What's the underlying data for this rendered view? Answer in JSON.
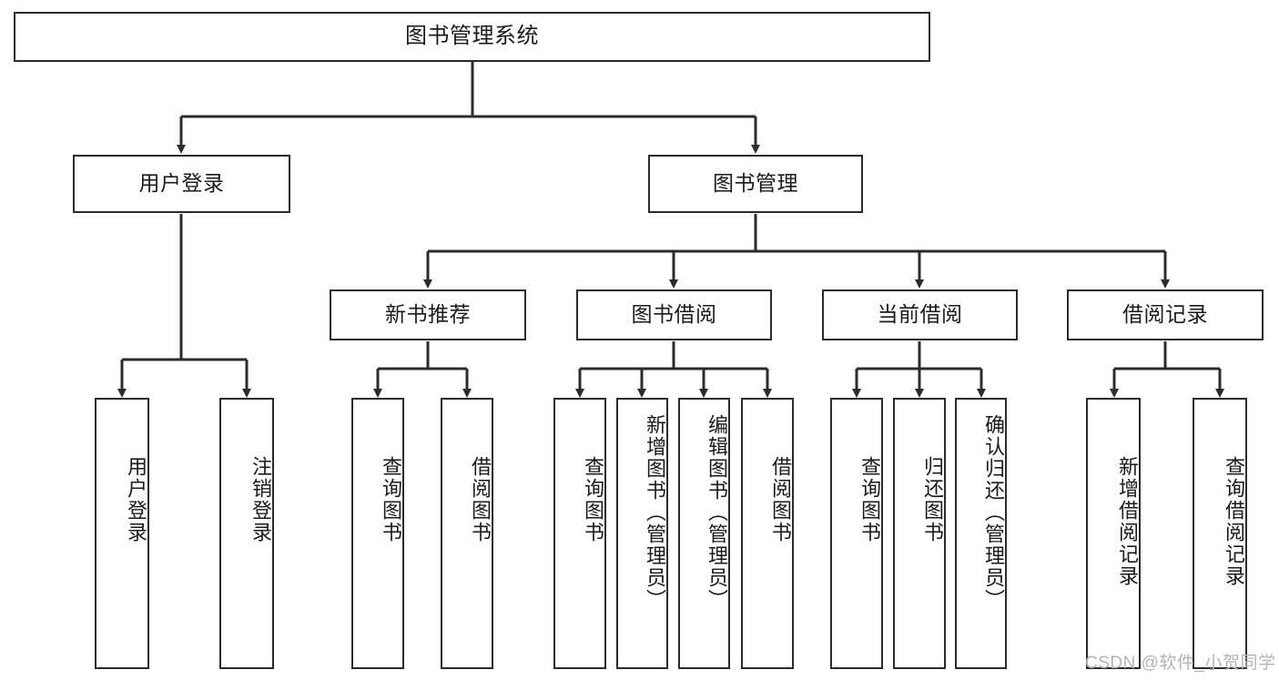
{
  "diagram": {
    "title": "图书管理系统",
    "type": "hierarchy-tree",
    "root": {
      "label": "图书管理系统"
    },
    "level2": [
      {
        "label": "用户登录"
      },
      {
        "label": "图书管理"
      }
    ],
    "level3": [
      {
        "label": "新书推荐",
        "parent": "图书管理"
      },
      {
        "label": "图书借阅",
        "parent": "图书管理"
      },
      {
        "label": "当前借阅",
        "parent": "图书管理"
      },
      {
        "label": "借阅记录",
        "parent": "图书管理"
      }
    ],
    "leaves": [
      {
        "label": "用户登录",
        "parent": "用户登录"
      },
      {
        "label": "注销登录",
        "parent": "用户登录"
      },
      {
        "label": "查询图书",
        "parent": "新书推荐"
      },
      {
        "label": "借阅图书",
        "parent": "新书推荐"
      },
      {
        "label": "查询图书",
        "parent": "图书借阅"
      },
      {
        "label": "新增图书（管理员）",
        "parent": "图书借阅"
      },
      {
        "label": "编辑图书（管理员）",
        "parent": "图书借阅"
      },
      {
        "label": "借阅图书",
        "parent": "图书借阅"
      },
      {
        "label": "查询图书",
        "parent": "当前借阅"
      },
      {
        "label": "归还图书",
        "parent": "当前借阅"
      },
      {
        "label": "确认归还（管理员）",
        "parent": "当前借阅"
      },
      {
        "label": "新增借阅记录",
        "parent": "借阅记录"
      },
      {
        "label": "查询借阅记录",
        "parent": "借阅记录"
      }
    ],
    "watermark": "CSDN @软件_小贺同学",
    "colors": {
      "stroke": "#2b2b2b",
      "fill": "#ffffff",
      "text": "#1a1a1a",
      "watermark": "#b4b4b4"
    }
  }
}
